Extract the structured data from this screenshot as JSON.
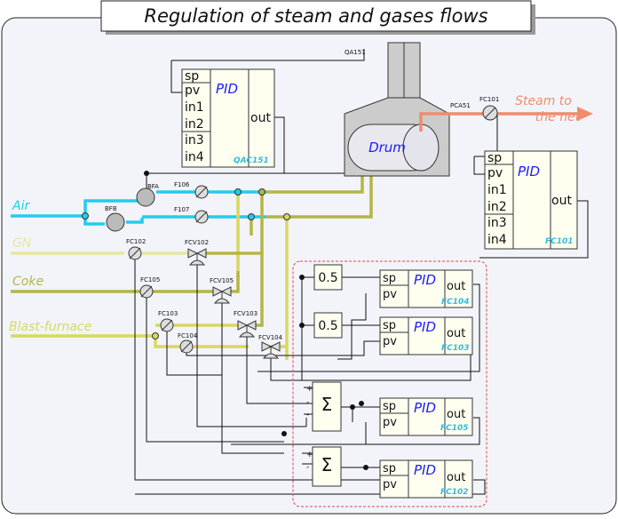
{
  "title": "Regulation of steam and gases flows",
  "streams": {
    "air": "Air",
    "gn": "GN",
    "coke": "Coke",
    "blast": "Blast-furnace",
    "steam": "Steam to the net"
  },
  "drum": "Drum",
  "tags": {
    "qa151": "QA151",
    "pca51": "PCA51",
    "fc101_tx": "FC101",
    "bfa": "BFA",
    "bfb": "BFB",
    "f106": "F106",
    "f107": "F107",
    "fc102_tx": "FC102",
    "fcv102": "FCV102",
    "fc105_tx": "FC105",
    "fcv105": "FCV105",
    "fc103_tx": "FC103",
    "fcv103": "FCV103",
    "fc104_tx": "FC104",
    "fcv104": "FCV104"
  },
  "pid_blocks": {
    "qac151": {
      "sp": "sp",
      "pv": "pv",
      "in1": "in1",
      "in2": "in2",
      "in3": "in3",
      "in4": "in4",
      "title": "PID",
      "out": "out",
      "tag": "QAC151"
    },
    "fc101": {
      "sp": "sp",
      "pv": "pv",
      "in1": "in1",
      "in2": "in2",
      "in3": "in3",
      "in4": "in4",
      "title": "PID",
      "out": "out",
      "tag": "FC101"
    },
    "fc104": {
      "sp": "sp",
      "pv": "pv",
      "title": "PID",
      "out": "out",
      "tag": "FC104"
    },
    "fc103": {
      "sp": "sp",
      "pv": "pv",
      "title": "PID",
      "out": "out",
      "tag": "FC103"
    },
    "fc105": {
      "sp": "sp",
      "pv": "pv",
      "title": "PID",
      "out": "out",
      "tag": "FC105"
    },
    "fc102": {
      "sp": "sp",
      "pv": "pv",
      "title": "PID",
      "out": "out",
      "tag": "FC102"
    }
  },
  "gains": {
    "g1": "0.5",
    "g2": "0.5"
  },
  "sums": {
    "s1": {
      "symbol": "Σ",
      "signs": [
        "+",
        "-",
        "-"
      ]
    },
    "s2": {
      "symbol": "Σ",
      "signs": [
        "+",
        "-"
      ]
    }
  },
  "colors": {
    "air": "#22ccee",
    "gn": "#e6e6a0",
    "coke": "#b5b544",
    "blast": "#d8d860",
    "steam": "#f08c6c",
    "pid_fill": "#fffff0",
    "pid_title": "#1a1aff",
    "pid_tag": "#33bbdd",
    "panel": "#f2f4fa",
    "frame_border": "#dd4444"
  }
}
